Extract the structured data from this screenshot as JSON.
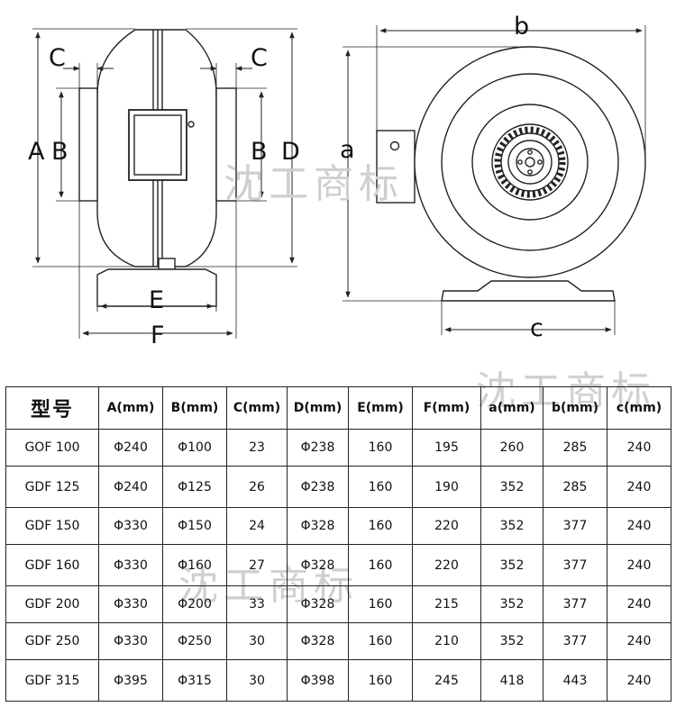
{
  "diagram": {
    "labels": {
      "a": "a",
      "b": "b",
      "c": "c",
      "A": "A",
      "B": "B",
      "C": "C",
      "D": "D",
      "E": "E",
      "F": "F"
    },
    "watermark": "沈工商标"
  },
  "table": {
    "headers": [
      "型号",
      "A(mm)",
      "B(mm)",
      "C(mm)",
      "D(mm)",
      "E(mm)",
      "F(mm)",
      "a(mm)",
      "b(mm)",
      "c(mm)"
    ],
    "rows": [
      [
        "GOF 100",
        "Φ240",
        "Φ100",
        "23",
        "Φ238",
        "160",
        "195",
        "260",
        "285",
        "240"
      ],
      [
        "GDF 125",
        "Φ240",
        "Φ125",
        "26",
        "Φ238",
        "160",
        "190",
        "352",
        "285",
        "240"
      ],
      [
        "GDF 150",
        "Φ330",
        "Φ150",
        "24",
        "Φ328",
        "160",
        "220",
        "352",
        "377",
        "240"
      ],
      [
        "GDF 160",
        "Φ330",
        "Φ160",
        "27",
        "Φ328",
        "160",
        "220",
        "352",
        "377",
        "240"
      ],
      [
        "GDF 200",
        "Φ330",
        "Φ200",
        "33",
        "Φ328",
        "160",
        "215",
        "352",
        "377",
        "240"
      ],
      [
        "GDF 250",
        "Φ330",
        "Φ250",
        "30",
        "Φ328",
        "160",
        "210",
        "352",
        "377",
        "240"
      ],
      [
        "GDF 315",
        "Φ395",
        "Φ315",
        "30",
        "Φ398",
        "160",
        "245",
        "418",
        "443",
        "240"
      ]
    ]
  }
}
